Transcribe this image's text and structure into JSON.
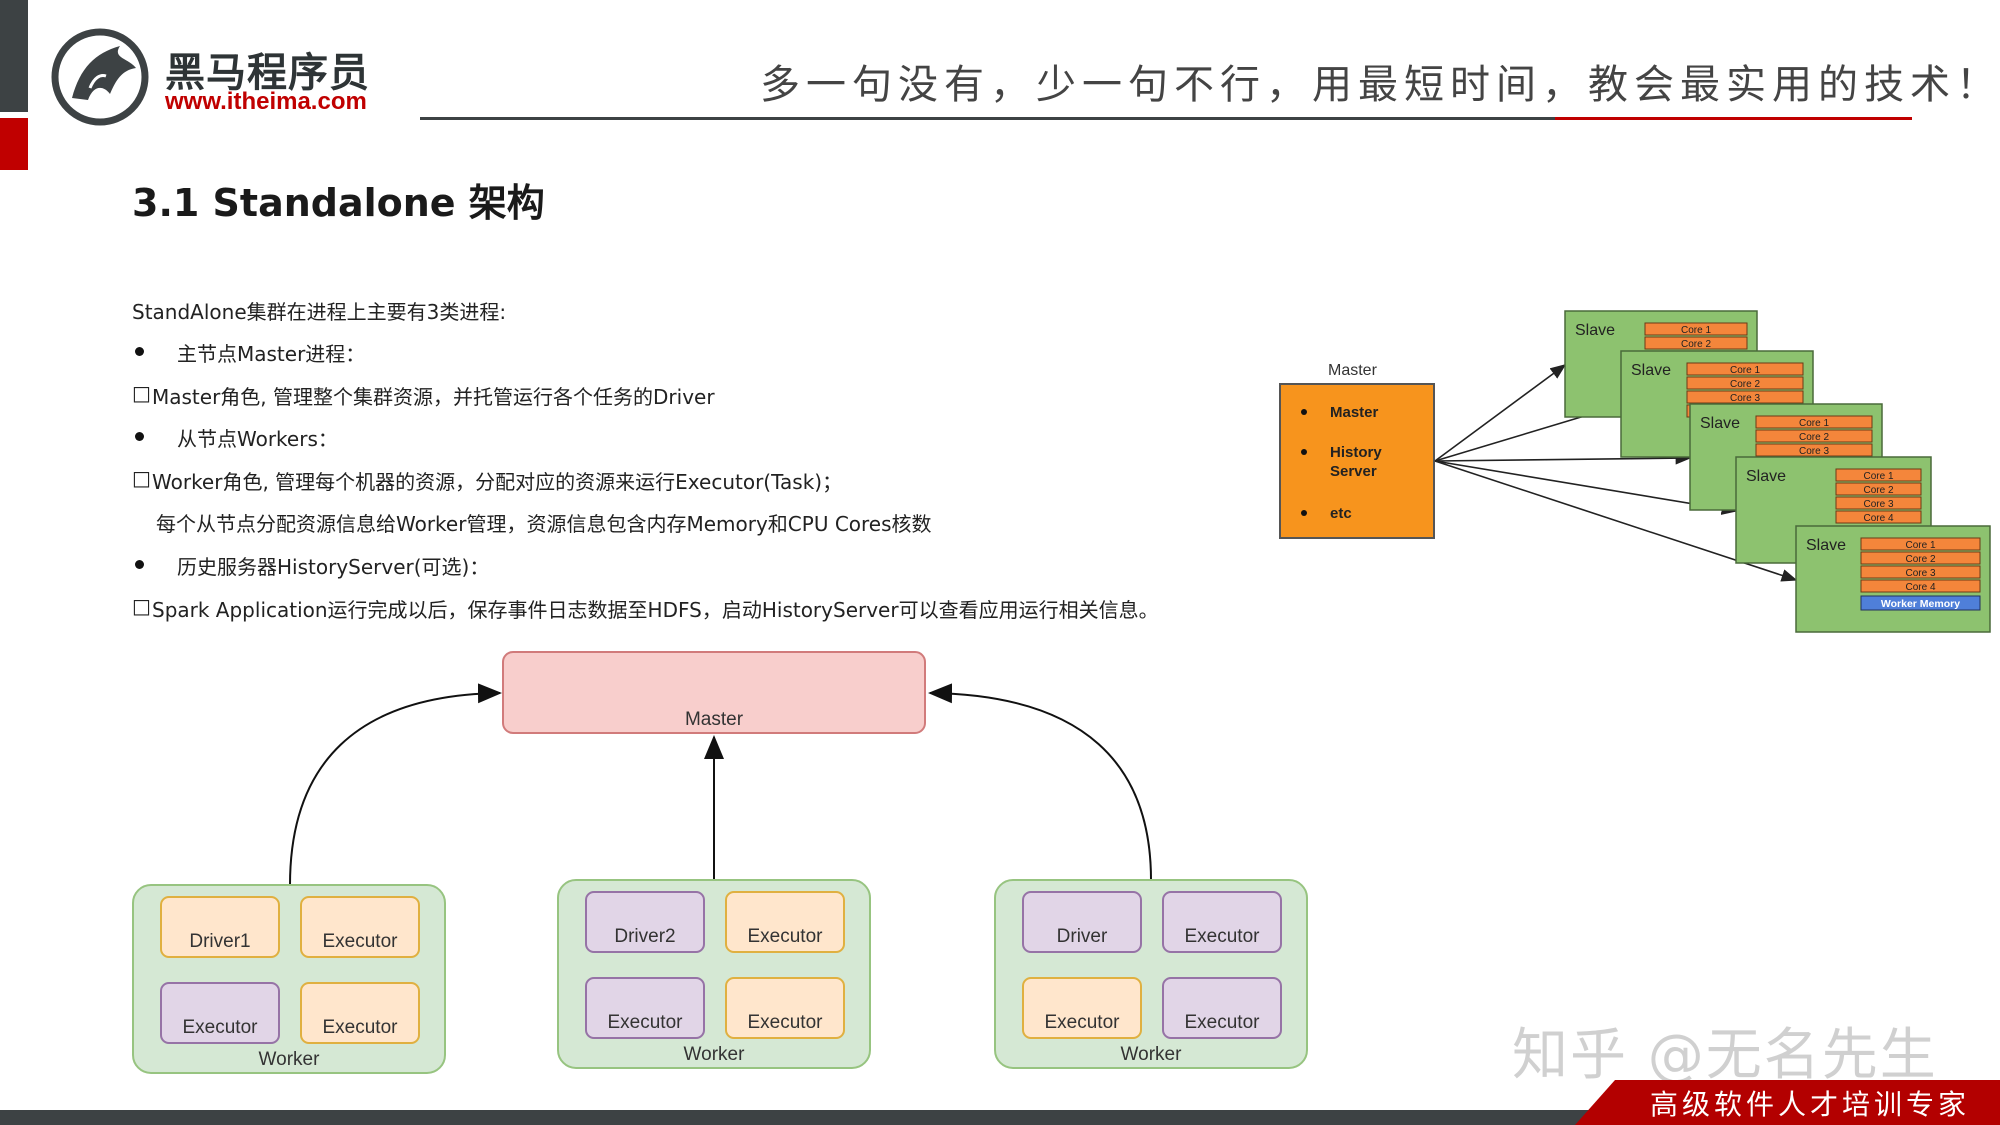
{
  "header": {
    "logo_name": "黑马程序员",
    "logo_url": "www.itheima.com",
    "slogan": "多一句没有，少一句不行，用最短时间，教会最实用的技术！"
  },
  "title": "3.1 Standalone 架构",
  "body": {
    "intro": "StandAlone集群在进程上主要有3类进程:",
    "b1": "主节点Master进程：",
    "b1_detail": "Master角色, 管理整个集群资源，并托管运行各个任务的Driver",
    "b2": "从节点Workers：",
    "b2_detail": "Worker角色, 管理每个机器的资源，分配对应的资源来运行Executor(Task)；",
    "b2_detail2": "每个从节点分配资源信息给Worker管理，资源信息包含内存Memory和CPU Cores核数",
    "b3": "历史服务器HistoryServer(可选)：",
    "b3_detail": "Spark Application运行完成以后，保存事件日志数据至HDFS，启动HistoryServer可以查看应用运行相关信息。",
    "glyph": "□"
  },
  "right_diagram": {
    "master_label": "Master",
    "master_items": [
      "Master",
      "History Server",
      "etc"
    ],
    "slave_label": "Slave",
    "cores": [
      "Core 1",
      "Core 2",
      "Core 3",
      "Core 4"
    ],
    "worker_memory": "Worker Memory",
    "colors": {
      "master": "#f7941d",
      "slave": "#8dc26f",
      "core": "#f4863b",
      "memory": "#4f7fd9"
    }
  },
  "bottom_diagram": {
    "master": "Master",
    "workers": [
      {
        "label": "Worker",
        "boxes": [
          "Driver1",
          "Executor",
          "Executor",
          "Executor"
        ],
        "kinds": [
          "orange",
          "orange",
          "purple",
          "orange"
        ]
      },
      {
        "label": "Worker",
        "boxes": [
          "Driver2",
          "Executor",
          "Executor",
          "Executor"
        ],
        "kinds": [
          "purple",
          "orange",
          "purple",
          "orange"
        ]
      },
      {
        "label": "Worker",
        "boxes": [
          "Driver",
          "Executor",
          "Executor",
          "Executor"
        ],
        "kinds": [
          "purple",
          "purple",
          "orange",
          "purple"
        ]
      }
    ],
    "colors": {
      "master_fill": "#f8cecc",
      "master_stroke": "#d17b7b",
      "worker_fill": "#d5e8d4",
      "worker_stroke": "#97c480",
      "orange_fill": "#ffe6cc",
      "orange_stroke": "#e0b040",
      "purple_fill": "#e1d5e7",
      "purple_stroke": "#9673a6"
    }
  },
  "watermark": "知乎 @无名先生",
  "footer": {
    "tagline": "高级软件人才培训专家"
  }
}
